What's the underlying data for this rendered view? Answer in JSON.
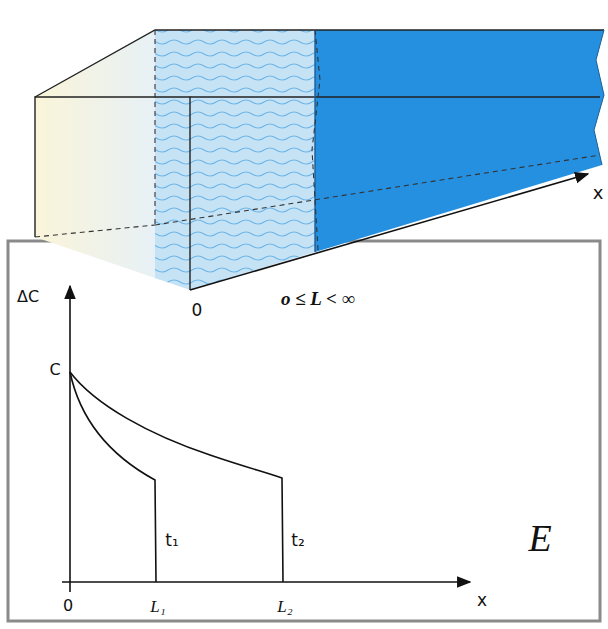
{
  "diagram": {
    "labels": [
      "x",
      "0",
      "o ≤ L < ∞",
      "ΔC",
      "C",
      "t₁",
      "t₂",
      "0",
      "L₁",
      "L₂",
      "x",
      "E"
    ]
  }
}
